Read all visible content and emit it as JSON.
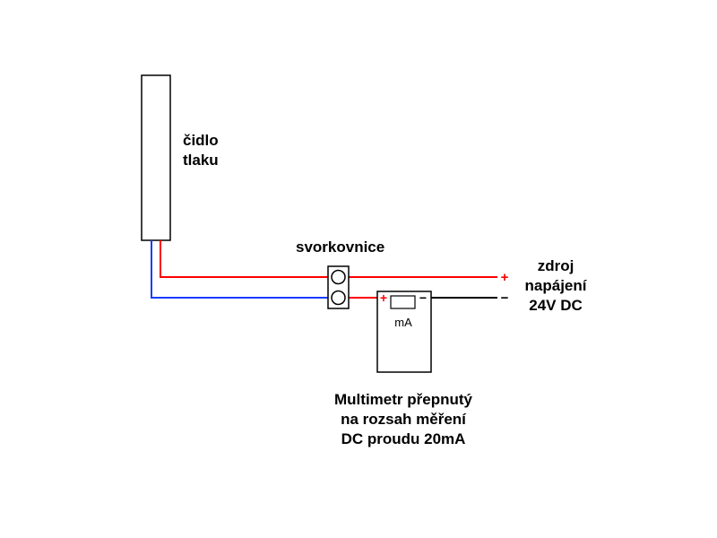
{
  "sensor": {
    "label_line1": "čidlo",
    "label_line2": "tlaku"
  },
  "terminal_block": {
    "label": "svorkovnice"
  },
  "power_supply": {
    "label_line1": "zdroj",
    "label_line2": "napájení",
    "label_line3": "24V DC",
    "plus_sign": "+",
    "minus_sign": "−"
  },
  "multimeter": {
    "display_unit": "mA",
    "plus_sign": "+",
    "minus_sign": "−",
    "label_line1": "Multimetr přepnutý",
    "label_line2": "na rozsah měření",
    "label_line3": "DC proudu 20mA"
  },
  "colors": {
    "positive_wire": "#ff0000",
    "negative_wire": "#1a3cff",
    "ground_wire": "#000000"
  }
}
